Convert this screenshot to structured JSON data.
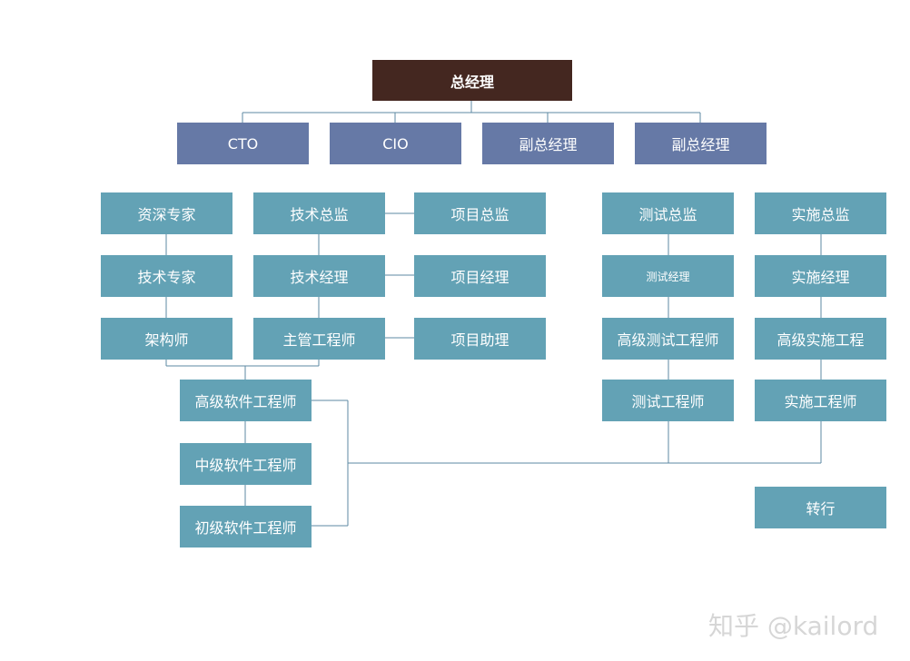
{
  "org_chart": {
    "root": "总经理",
    "level1": [
      "CTO",
      "CIO",
      "副总经理",
      "副总经理"
    ],
    "tech_left": [
      "资深专家",
      "技术专家",
      "架构师"
    ],
    "tech_mid": [
      "技术总监",
      "技术经理",
      "主管工程师"
    ],
    "project": [
      "项目总监",
      "项目经理",
      "项目助理"
    ],
    "software": [
      "高级软件工程师",
      "中级软件工程师",
      "初级软件工程师"
    ],
    "test": [
      "测试总监",
      "测试经理",
      "高级测试工程师",
      "测试工程师"
    ],
    "impl": [
      "实施总监",
      "实施经理",
      "高级实施工程",
      "实施工程师"
    ],
    "transfer": "转行"
  },
  "watermark": "知乎 @kailord",
  "colors": {
    "root": "#442720",
    "level1": "#6679a6",
    "node": "#63a2b5",
    "connector": "#5d8aa3"
  }
}
